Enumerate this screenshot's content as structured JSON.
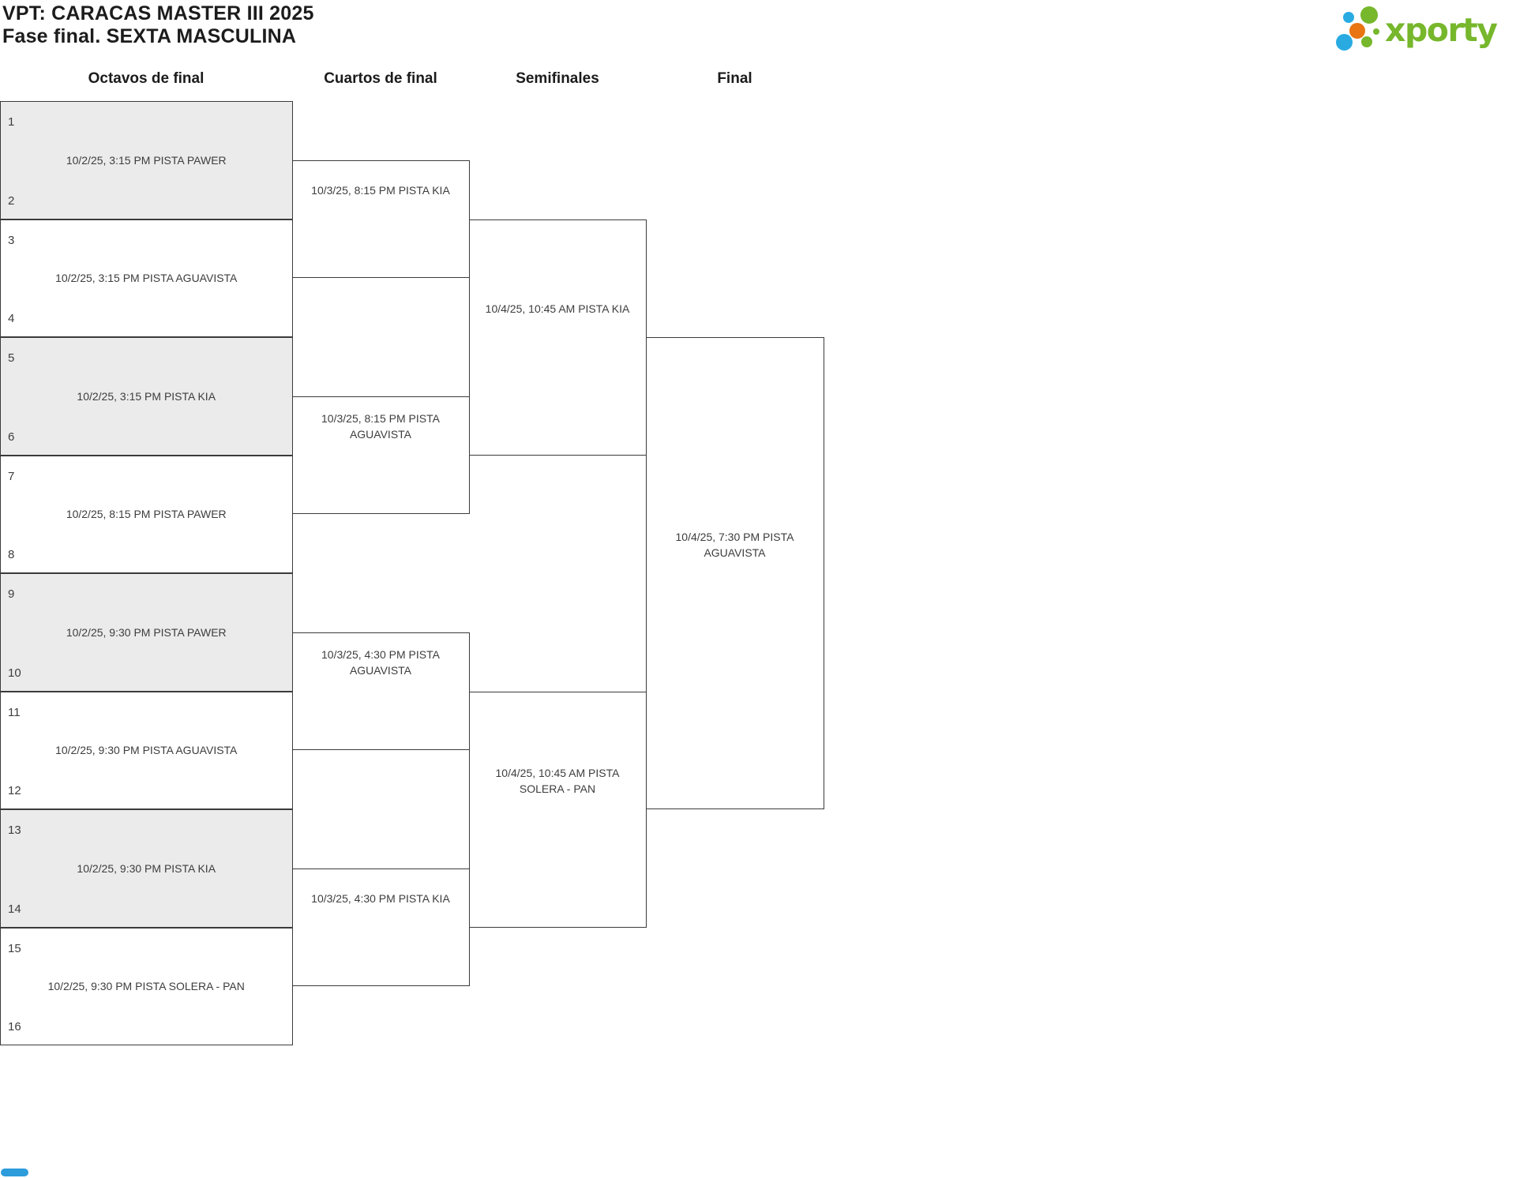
{
  "title": {
    "line1": "VPT: CARACAS MASTER III 2025",
    "line2": "Fase final. SEXTA MASCULINA"
  },
  "logo": {
    "brand": "xporty"
  },
  "headers": {
    "octavos": "Octavos de final",
    "cuartos": "Cuartos de final",
    "semifinales": "Semifinales",
    "final": "Final"
  },
  "bracket": {
    "octavos": [
      {
        "seed_top": "1",
        "seed_bottom": "2",
        "schedule": "10/2/25, 3:15 PM PISTA PAWER"
      },
      {
        "seed_top": "3",
        "seed_bottom": "4",
        "schedule": "10/2/25, 3:15 PM PISTA AGUAVISTA"
      },
      {
        "seed_top": "5",
        "seed_bottom": "6",
        "schedule": "10/2/25, 3:15 PM PISTA KIA"
      },
      {
        "seed_top": "7",
        "seed_bottom": "8",
        "schedule": "10/2/25, 8:15 PM PISTA PAWER"
      },
      {
        "seed_top": "9",
        "seed_bottom": "10",
        "schedule": "10/2/25, 9:30 PM PISTA PAWER"
      },
      {
        "seed_top": "11",
        "seed_bottom": "12",
        "schedule": "10/2/25, 9:30 PM PISTA AGUAVISTA"
      },
      {
        "seed_top": "13",
        "seed_bottom": "14",
        "schedule": "10/2/25, 9:30 PM PISTA KIA"
      },
      {
        "seed_top": "15",
        "seed_bottom": "16",
        "schedule": "10/2/25, 9:30 PM PISTA SOLERA - PAN"
      }
    ],
    "cuartos": [
      {
        "line1": "10/3/25, 8:15 PM PISTA KIA",
        "line2": ""
      },
      {
        "line1": "10/3/25, 8:15 PM PISTA",
        "line2": "AGUAVISTA"
      },
      {
        "line1": "10/3/25, 4:30 PM PISTA",
        "line2": "AGUAVISTA"
      },
      {
        "line1": "10/3/25, 4:30 PM PISTA KIA",
        "line2": ""
      }
    ],
    "semifinales": [
      {
        "line1": "10/4/25, 10:45 AM PISTA KIA",
        "line2": ""
      },
      {
        "line1": "10/4/25, 10:45 AM PISTA",
        "line2": "SOLERA - PAN"
      }
    ],
    "final": [
      {
        "line1": "10/4/25, 7:30 PM PISTA",
        "line2": "AGUAVISTA"
      }
    ]
  },
  "colors": {
    "accent_green": "#77b72c",
    "accent_blue": "#29abe2",
    "accent_orange": "#e87511",
    "box_fill_gray": "#ebebeb",
    "border": "#3b3b3b",
    "widget_blue": "#2d9cdb"
  }
}
